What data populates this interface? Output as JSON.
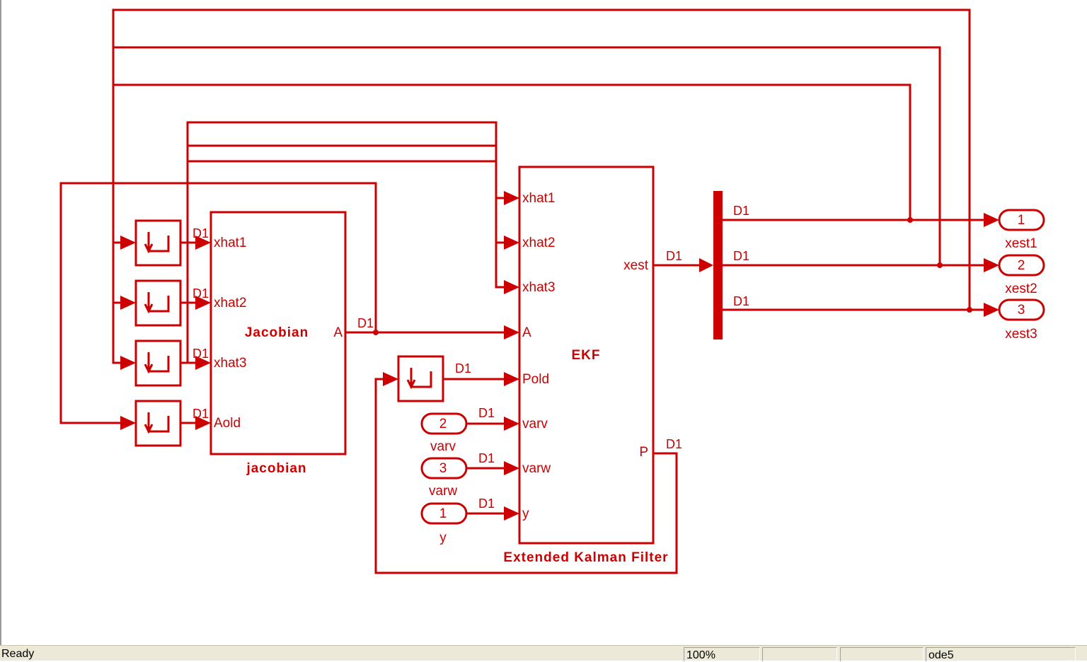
{
  "blocks": {
    "jacobian": {
      "title": "Jacobian",
      "caption": "jacobian",
      "inputs": [
        "xhat1",
        "xhat2",
        "xhat3",
        "Aold"
      ],
      "output": "A"
    },
    "ekf": {
      "title": "EKF",
      "caption": "Extended Kalman Filter",
      "inputs": [
        "xhat1",
        "xhat2",
        "xhat3",
        "A",
        "Pold",
        "varv",
        "varw",
        "y"
      ],
      "outputs": [
        "xest",
        "P"
      ]
    },
    "inports": [
      {
        "number": "2",
        "name": "varv"
      },
      {
        "number": "3",
        "name": "varw"
      },
      {
        "number": "1",
        "name": "y"
      }
    ],
    "outports": [
      {
        "number": "1",
        "name": "xest1"
      },
      {
        "number": "2",
        "name": "xest2"
      },
      {
        "number": "3",
        "name": "xest3"
      }
    ]
  },
  "signal_label": "D1",
  "statusbar": {
    "status": "Ready",
    "zoom": "100%",
    "cell2": "",
    "cell3": "",
    "solver": "ode5"
  },
  "colors": {
    "diagram": "#cc0000",
    "background": "#ffffff",
    "statusbar": "#ece9d8"
  }
}
